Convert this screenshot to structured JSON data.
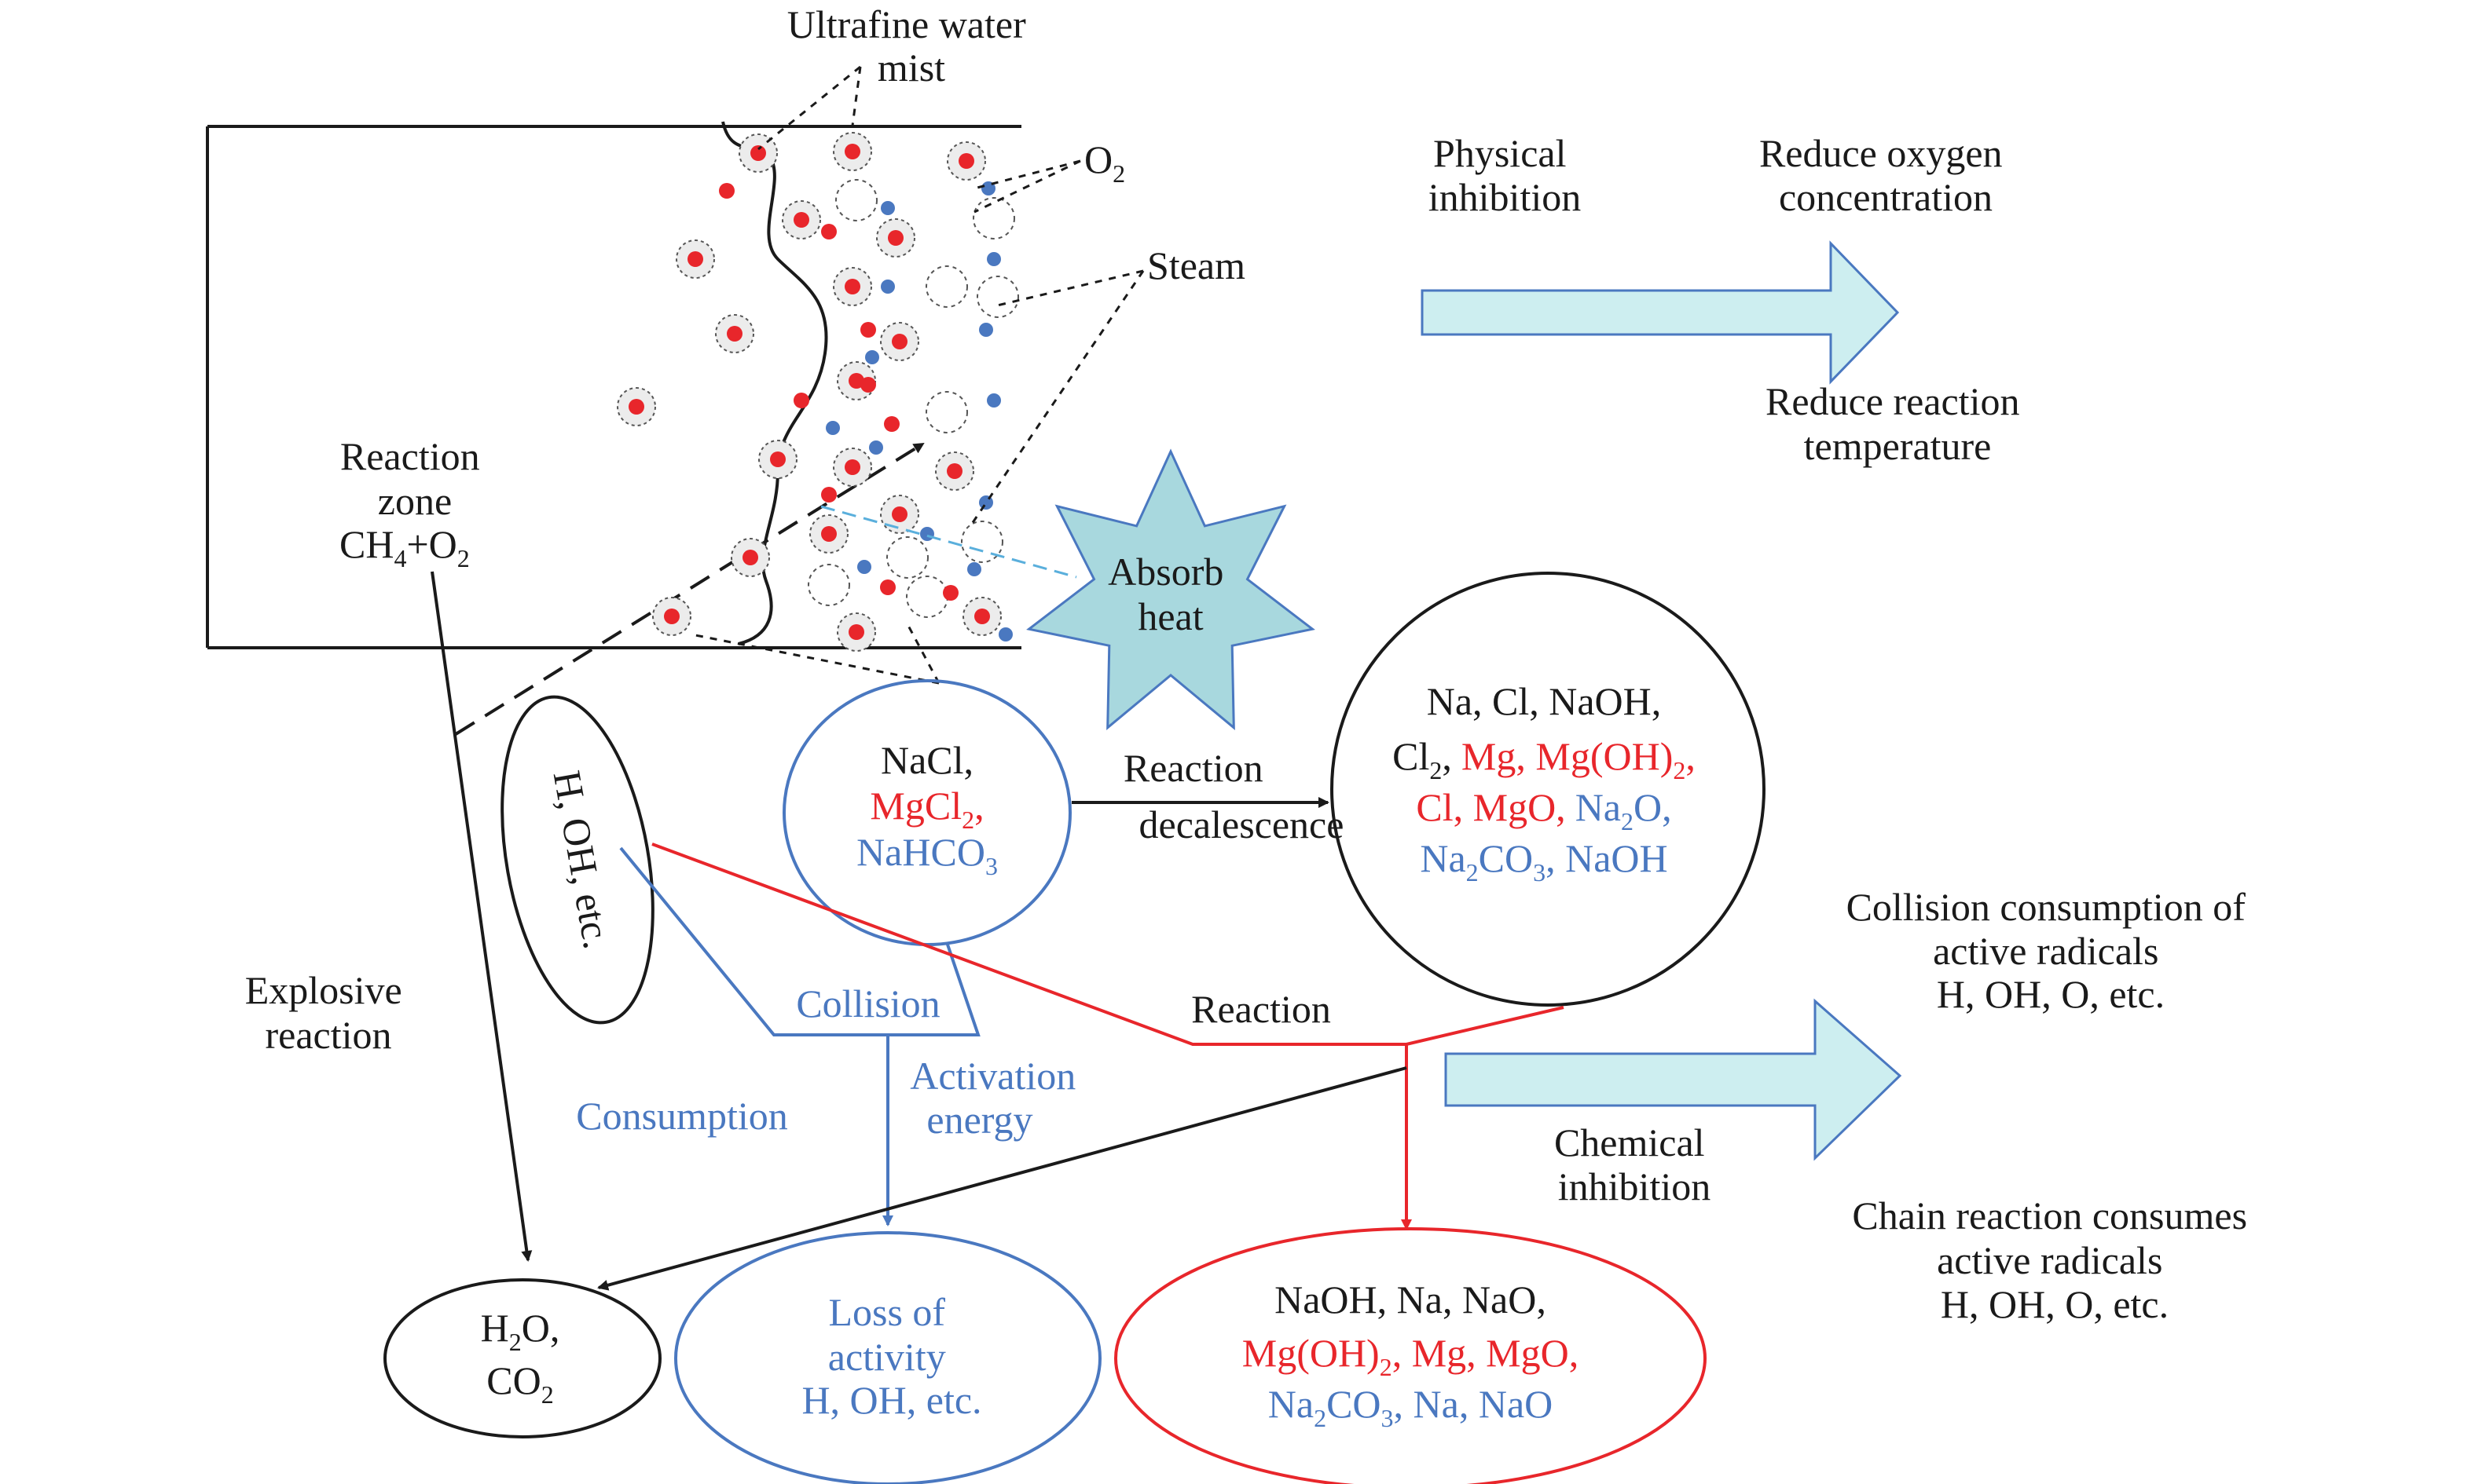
{
  "colors": {
    "black": "#1a1a1a",
    "red": "#e8262b",
    "blue": "#4a78c0",
    "cyan_fill": "#cdeef0",
    "star_fill": "#a8d8de",
    "dashed_blue": "#5aafdc"
  },
  "labels": {
    "mist_line1": "Ultrafine water",
    "mist_line2": "mist",
    "o2_main": "O",
    "o2_sub": "2",
    "steam": "Steam",
    "physical_line1": "Physical",
    "physical_line2": "inhibition",
    "reduce_o2_line1": "Reduce oxygen",
    "reduce_o2_line2": "concentration",
    "reduce_temp_line1": "Reduce reaction",
    "reduce_temp_line2": "temperature",
    "zone_line1": "Reaction",
    "zone_line2": "zone",
    "zone_ch": "CH",
    "zone_sub4": "4",
    "zone_plus_o": "+O",
    "zone_sub2": "2",
    "absorb_line1": "Absorb",
    "absorb_line2": "heat",
    "radicals_ellipse": "H, OH, etc.",
    "salt_nacl": "NaCl,",
    "salt_mgcl": "MgCl",
    "salt_mgcl_sub": "2",
    "salt_comma": ",",
    "salt_nahco": "NaHCO",
    "salt_nahco_sub": "3",
    "reaction_arrow_line1": "Reaction",
    "reaction_arrow_line2": "decalescence",
    "prod_l1": "Na, Cl, NaOH,",
    "prod_l2_cl": "Cl",
    "prod_l2_cl_sub": "2",
    "prod_l2_comma": ",",
    "prod_l2_mg": "Mg, Mg(OH)",
    "prod_l2_mg_sub": "2",
    "prod_l2_end": ",",
    "prod_l3_red": "Cl, MgO,",
    "prod_l3_blue": "Na",
    "prod_l3_blue_sub": "2",
    "prod_l3_blue_end": "O,",
    "prod_l4_a": "Na",
    "prod_l4_a_sub": "2",
    "prod_l4_b": "CO",
    "prod_l4_b_sub": "3",
    "prod_l4_c": ", NaOH",
    "collision_consumption_line1": "Collision consumption of",
    "collision_consumption_line2": "active radicals",
    "collision_consumption_line3": "H, OH, O, etc.",
    "explosive_line1": "Explosive",
    "explosive_line2": "reaction",
    "collision": "Collision",
    "reaction_red": "Reaction",
    "consumption": "Consumption",
    "activation_line1": "Activation",
    "activation_line2": "energy",
    "chemical_line1": "Chemical",
    "chemical_line2": "inhibition",
    "chain_line1": "Chain reaction consumes",
    "chain_line2": "active radicals",
    "chain_line3": "H, OH, O, etc.",
    "h2o_a": "H",
    "h2o_sub": "2",
    "h2o_b": "O,",
    "co2_a": "CO",
    "co2_sub": "2",
    "loss_line1": "Loss of",
    "loss_line2": "activity",
    "loss_line3": "H, OH, etc.",
    "final_l1": "NaOH, Na, NaO,",
    "final_l2_a": "Mg(OH)",
    "final_l2_sub": "2",
    "final_l2_b": ", Mg, MgO,",
    "final_l3_a": "Na",
    "final_l3_sub": "2",
    "final_l3_b": "CO",
    "final_l3_sub2": "3",
    "final_l3_c": ", Na, NaO"
  }
}
